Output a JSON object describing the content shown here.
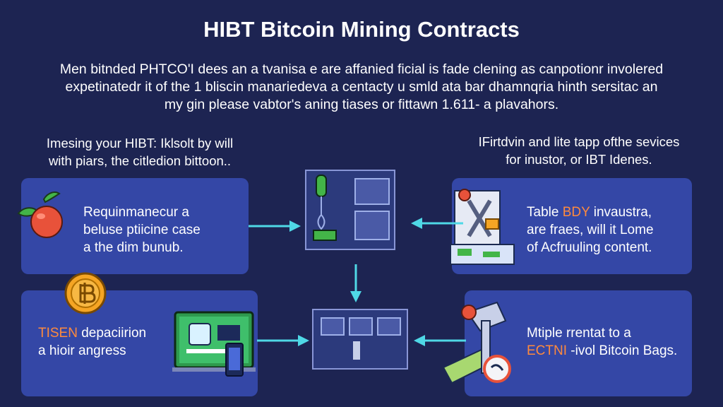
{
  "title": "HIBT Bitcoin Mining Contracts",
  "intro": {
    "line1": "Men bitnded PHTCO'I dees an a tvanisa e are affanied ficial is fade clening as canpotionr involered",
    "line2": "expetinatedr it of the 1 bliscin manariedeva a centacty u smld ata bar dhamnqria hinth sersitac an",
    "line3": "my gin please vabtor's aning tiases or fittawn 1.611- a plavahors."
  },
  "caption_left": {
    "line1": "Imesing your HIBT: Iklsolt by will",
    "line2": "with piars, the citledion bittoon.."
  },
  "caption_right": {
    "line1": "IFirtdvin and lite tapp ofthe sevices",
    "line2": "for inustor, or IBT Idenes."
  },
  "boxes": {
    "left_top": {
      "line1": "Requinmanecur a",
      "line2": "beluse ptiicine case",
      "line3": "a the dim bunub."
    },
    "left_bottom": {
      "hl": "TISEN",
      "line1_rest": " depaciirion",
      "line2": "a hioir angress"
    },
    "right_top": {
      "line1_pre": "Table ",
      "hl": "BDY",
      "line1_post": " invaustra,",
      "line2": "are fraes, will it Lome",
      "line3": "of Acfruuling content."
    },
    "right_bottom": {
      "line1": "Mtiple rrentat to a",
      "hl": "ECTNI",
      "line2_post": " -ivol Bitcoin Bags."
    }
  },
  "colors": {
    "background": "#1d2452",
    "card": "#3447a6",
    "arrow": "#4fd8e6",
    "highlight": "#ff8a3d",
    "coin": "#f5a524"
  },
  "icons": [
    "apple-icon",
    "bitcoin-coin-icon",
    "laptop-icon",
    "tools-icon",
    "server-icon"
  ]
}
